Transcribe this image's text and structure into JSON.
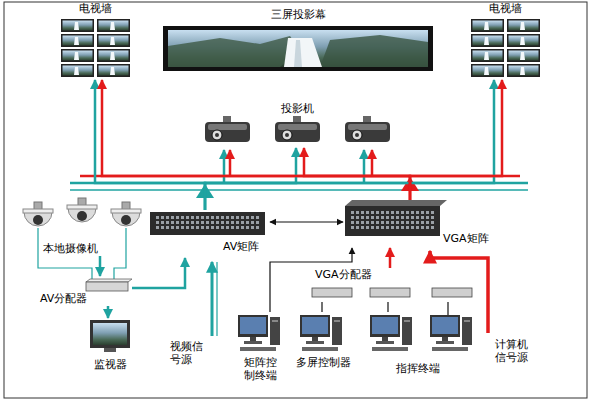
{
  "diagram": {
    "nodes": [
      {
        "text": [
          "电视墙"
        ]
      },
      {
        "text": [
          "三屏投影幕"
        ]
      },
      {
        "text": [
          "电视墙"
        ]
      },
      {
        "text": [
          "投影机"
        ]
      },
      {
        "text": [
          "本地摄像机"
        ]
      },
      {
        "text": [
          "AV矩阵"
        ]
      },
      {
        "text": [
          "VGA矩阵"
        ]
      },
      {
        "text": [
          "AV分配器"
        ]
      },
      {
        "text": [
          "监视器"
        ]
      },
      {
        "text": [
          "矩阵控制终端"
        ]
      },
      {
        "text": [
          "多屏控制器"
        ]
      },
      {
        "text": [
          "VGA分配器"
        ]
      },
      {
        "text": [
          "指挥终端"
        ]
      }
    ],
    "edges": [
      {
        "from": 4,
        "to": 7,
        "arrow": "to"
      },
      {
        "from": 7,
        "to": 8,
        "arrow": "to"
      },
      {
        "from": 7,
        "to": 5,
        "arrow": "to"
      },
      {
        "from": 5,
        "to": 0,
        "arrow": "to"
      },
      {
        "from": 5,
        "to": 3,
        "arrow": "to"
      },
      {
        "from": 5,
        "to": 2,
        "arrow": "to"
      },
      {
        "from": 6,
        "to": 0,
        "arrow": "to"
      },
      {
        "from": 6,
        "to": 3,
        "arrow": "to"
      },
      {
        "from": 6,
        "to": 2,
        "arrow": "to"
      },
      {
        "from": 5,
        "to": 6,
        "arrow": "both"
      },
      {
        "from": 9,
        "to": 6,
        "arrow": "to"
      },
      {
        "from": 10,
        "to": 11,
        "arrow": "none"
      },
      {
        "from": 12,
        "to": 11,
        "arrow": "none"
      },
      {
        "from": 11,
        "to": 6,
        "arrow": "to"
      }
    ],
    "labels": [
      "视频信号源",
      "计算机信号源"
    ]
  }
}
